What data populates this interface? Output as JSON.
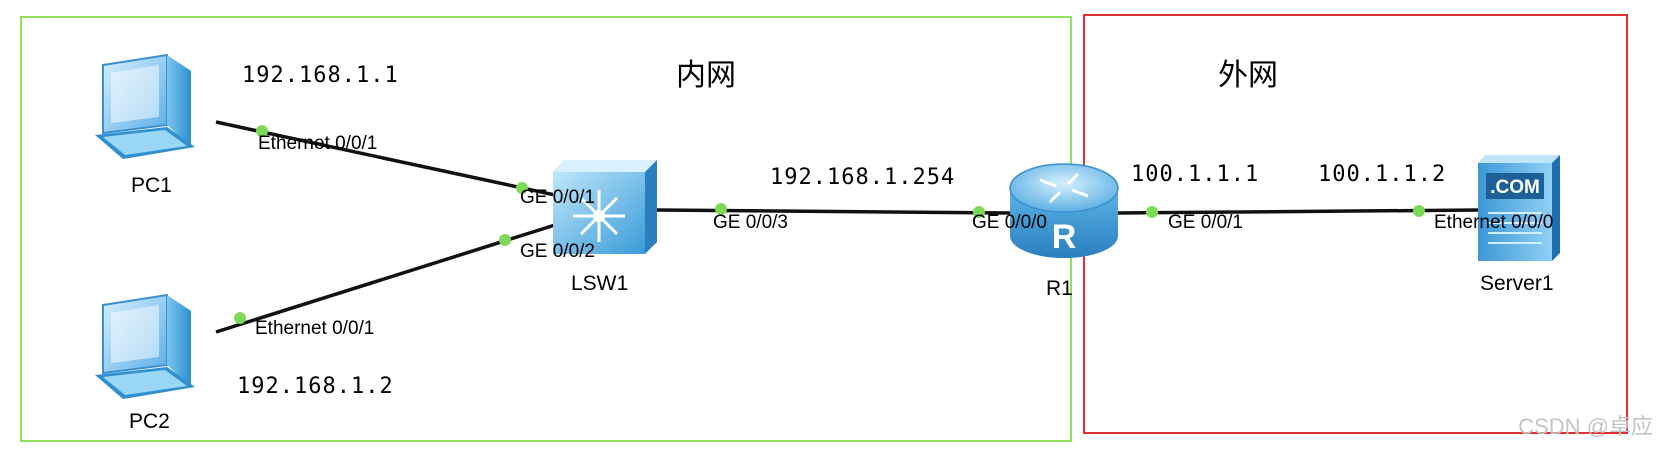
{
  "zones": {
    "inner_label": "内网",
    "outer_label": "外网",
    "inner_color": "#8fe05a",
    "outer_color": "#e03030"
  },
  "devices": {
    "pc1": {
      "name": "PC1",
      "icon": "pc-icon"
    },
    "pc2": {
      "name": "PC2",
      "icon": "pc-icon"
    },
    "lsw1": {
      "name": "LSW1",
      "icon": "switch-icon"
    },
    "r1": {
      "name": "R1",
      "icon": "router-icon"
    },
    "server1": {
      "name": "Server1",
      "icon": "server-icon",
      "badge": ".COM"
    }
  },
  "ips": {
    "pc1": "192.168.1.1",
    "pc2": "192.168.1.2",
    "r1_inner": "192.168.1.254",
    "r1_outer": "100.1.1.1",
    "server1": "100.1.1.2"
  },
  "ports": {
    "pc1_eth": "Ethernet 0/0/1",
    "pc2_eth": "Ethernet 0/0/1",
    "lsw1_ge1": "GE 0/0/1",
    "lsw1_ge2": "GE 0/0/2",
    "lsw1_ge3": "GE 0/0/3",
    "r1_ge0": "GE 0/0/0",
    "r1_ge1": "GE 0/0/1",
    "server1_eth": "Ethernet 0/0/0"
  },
  "colors": {
    "link": "#111111",
    "port_dot": "#7ed957",
    "device_blue": "#5ab4e8"
  },
  "watermark": "CSDN @卓应"
}
